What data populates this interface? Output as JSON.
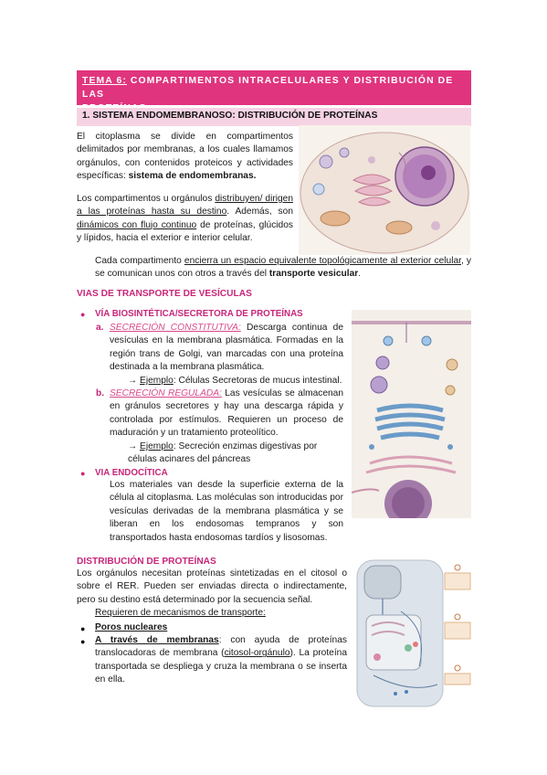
{
  "header": {
    "tema_label": "TEMA 6:",
    "tema_title_1": " COMPARTIMENTOS INTRACELULARES Y DISTRIBUCIÓN DE LAS",
    "tema_title_2": "PROTEÍNAS",
    "section1": "1.   SISTEMA ENDOMEMBRANOSO: DISTRIBUCIÓN DE PROTEÍNAS"
  },
  "intro": {
    "p1_a": "El citoplasma se divide en compartimentos delimitados por membranas, a los cuales llamamos orgánulos, con contenidos proteicos y actividades específicas: ",
    "p1_b": "sistema de endomembranas.",
    "p2_a": "Los compartimentos u orgánulos ",
    "p2_b": "distribuyen/ dirigen a las proteínas hasta su destino",
    "p2_c": ". Además, son ",
    "p2_d": "dinámicos con flujo continuo",
    "p2_e": " de proteínas, glúcidos y lípidos, hacia el exterior e interior celular.",
    "p3_a": "Cada compartimento ",
    "p3_b": "encierra un espacio equivalente topológicamente al exterior celular",
    "p3_c": ", y se comunican unos con otros a través del ",
    "p3_d": "transporte vesicular",
    "p3_e": "."
  },
  "vias": {
    "heading": "VIAS DE TRANSPORTE DE VESÍCULAS",
    "biosintetica": "VÍA BIOSINTÉTICA/SECRETORA DE PROTEÍNAS",
    "a_label": "a.",
    "a_title": "SECRECIÓN CONSTITUTIVA:",
    "a_text": " Descarga continua de vesículas en la membrana plasmática. Formadas en la región trans de Golgi, van marcadas con una proteína destinada a la membrana plasmática.",
    "a_ex_arrow": "→ ",
    "a_ex_label": "Ejemplo",
    "a_ex_text": ": Células Secretoras de mucus intestinal.",
    "b_label": "b.",
    "b_title": "SECRECIÓN REGULADA:",
    "b_text": " Las vesículas se almacenan en gránulos secretores y hay una descarga rápida y controlada por estímulos. Requieren un proceso de maduración y un tratamiento proteolítico.",
    "b_ex_arrow": "→ ",
    "b_ex_label": "Ejemplo",
    "b_ex_text": ": Secreción enzimas digestivas por células acinares del páncreas",
    "endocitica": "VIA ENDOCÍTICA",
    "endo_text": "Los materiales van desde la superficie externa de la célula al citoplasma. Las moléculas son introducidas por vesículas derivadas de la membrana plasmática y se liberan en los endosomas tempranos y son transportados hasta endosomas tardíos y lisosomas."
  },
  "distribucion": {
    "heading": "DISTRIBUCIÓN DE PROTEÍNAS",
    "p1": "Los orgánulos necesitan proteínas sintetizadas en el citosol o sobre el RER. Pueden ser enviadas directa o indirectamente, pero su destino está determinado por la secuencia señal.",
    "req": "Requieren de mecanismos de transporte:",
    "item1": "Poros nucleares",
    "item2_a": "A través de membranas",
    "item2_b": ": con ayuda de proteínas translocadoras de membrana (",
    "item2_c": "citosol-orgánulo",
    "item2_d": "). La proteína transportada se despliega y cruza la membrana o se inserta en ella."
  },
  "colors": {
    "accent": "#e0357e",
    "accent_light": "#f6d3e3",
    "heading_pink": "#c8267a"
  }
}
